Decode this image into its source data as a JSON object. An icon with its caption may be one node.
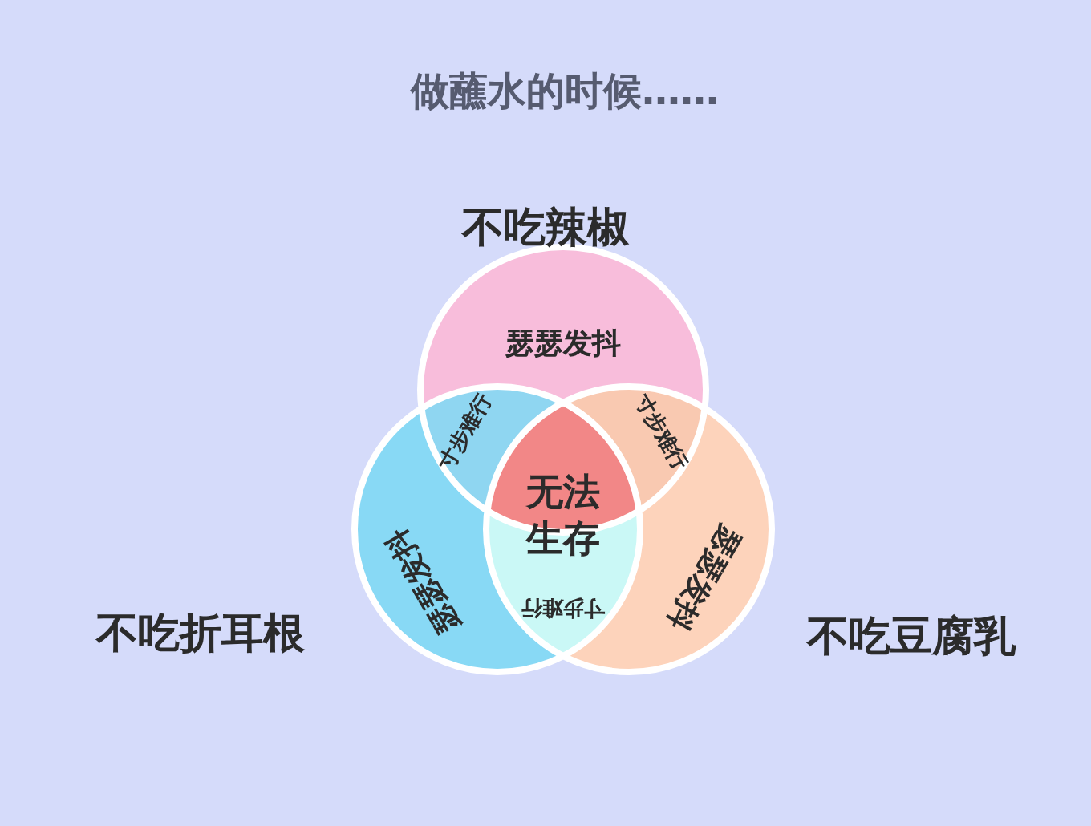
{
  "diagram": {
    "title": "做蘸水的时候……",
    "nodes": [
      {
        "text": [
          "不吃辣椒",
          "瑟瑟发抖"
        ]
      },
      {
        "text": [
          "不吃折耳根",
          "瑟瑟发抖"
        ]
      },
      {
        "text": [
          "不吃豆腐乳",
          "瑟瑟发抖"
        ]
      }
    ],
    "labels": [
      "寸步难行",
      "寸步难行",
      "寸步难行",
      "无法生存"
    ]
  }
}
